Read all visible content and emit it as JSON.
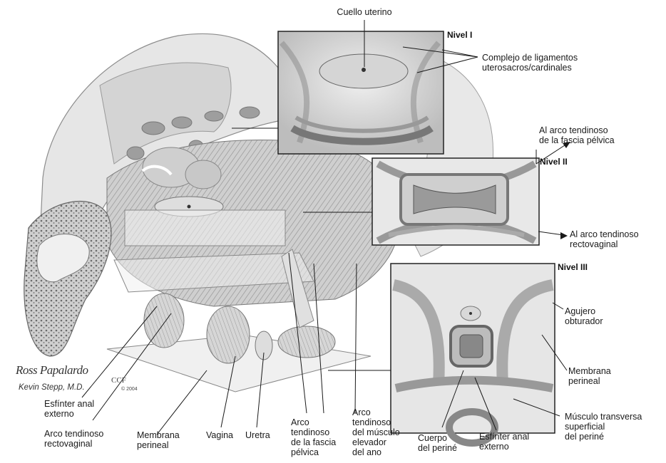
{
  "levels": {
    "level1": "Nivel I",
    "level2": "Nivel II",
    "level3": "Nivel III"
  },
  "labels": {
    "cervix": "Cuello uterino",
    "ligament_complex": "Complejo de ligamentos\nuterosacros/cardinales",
    "arcus_pelvic_fascia_arrow": "Al arco tendinoso\nde la fascia pélvica",
    "arcus_rectovaginal_arrow": "Al arco tendinoso\nrectovaginal",
    "obturator_foramen": "Agujero\nobturador",
    "perineal_membrane_right": "Membrana\nperineal",
    "superficial_transverse_perineal": "Músculo transversa\nsuperficial\ndel periné",
    "external_anal_sphincter_right": "Esfínter anal\nexterno",
    "perineal_body": "Cuerpo\ndel periné",
    "arcus_levator_ani": "Arco\ntendinoso\ndel músculo\nelevador\ndel ano",
    "arcus_pelvic_fascia": "Arco\ntendinoso\nde la fascia\npélvica",
    "urethra": "Uretra",
    "vagina": "Vagina",
    "perineal_membrane_left": "Membrana\nperineal",
    "arcus_rectovaginal": "Arco tendinoso\nrectovaginal",
    "external_anal_sphincter_left": "Esfínter anal\nexterno"
  },
  "credits": {
    "signature": "Ross Papalardo",
    "artist": "Kevin Stepp, M.D.",
    "ccf": "CCF",
    "year": "© 2004"
  },
  "colors": {
    "ink": "#1a1a1a",
    "muscle": "#9a9a9a",
    "bone": "#d9d9d9",
    "background": "#ffffff"
  }
}
